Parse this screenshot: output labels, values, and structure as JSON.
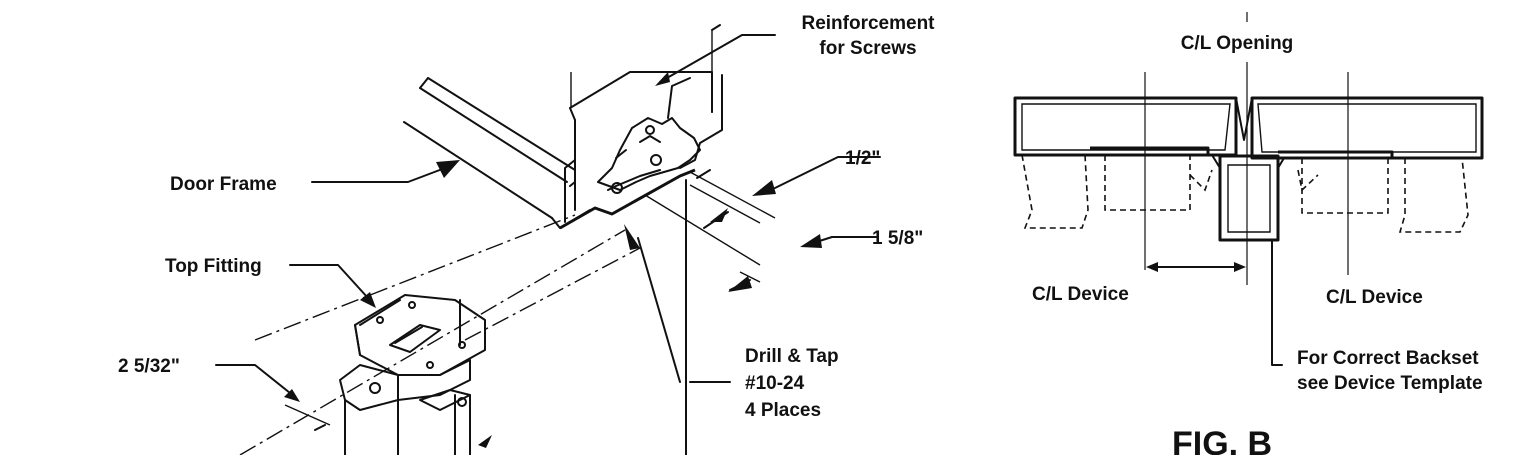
{
  "fig_a": {
    "labels": {
      "reinforcement_line1": "Reinforcement",
      "reinforcement_line2": "for Screws",
      "door_frame": "Door Frame",
      "top_fitting": "Top Fitting",
      "dim_half": "1/2\"",
      "dim_1_5_8": "1 5/8\"",
      "dim_2_5_32": "2 5/32\"",
      "drill_line1": "Drill & Tap",
      "drill_line2": "#10-24",
      "drill_line3": "4 Places"
    }
  },
  "fig_b": {
    "labels": {
      "cl_opening": "C/L Opening",
      "cl_device_left": "C/L Device",
      "cl_device_right": "C/L Device",
      "backset_line1": "For Correct Backset",
      "backset_line2": "see Device Template",
      "title": "FIG. B"
    }
  }
}
